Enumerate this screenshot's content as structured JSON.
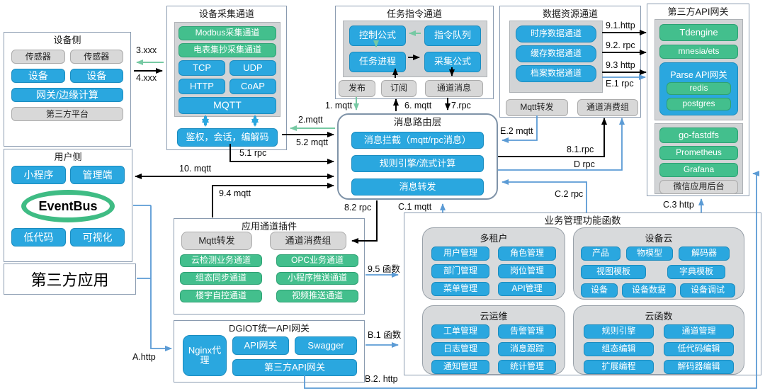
{
  "device_side": {
    "title": "设备侧",
    "sensors": [
      "传感器",
      "传感器"
    ],
    "devices": [
      "设备",
      "设备"
    ],
    "gateway": "网关/边缘计算",
    "third_platform": "第三方平台"
  },
  "user_side": {
    "title": "用户侧",
    "apps": [
      "小程序",
      "管理端"
    ],
    "bus": "EventBus",
    "tools": [
      "低代码",
      "可视化"
    ]
  },
  "third_party_app": {
    "title": "第三方应用"
  },
  "collect_channel": {
    "title": "设备采集通道",
    "green": [
      "Modbus采集通道",
      "电表集抄采集通道"
    ],
    "protocols": [
      "TCP",
      "UDP",
      "HTTP",
      "CoAP"
    ],
    "mqtt": "MQTT",
    "auth": "鉴权，会话，编解码"
  },
  "task_channel": {
    "title": "任务指令通道",
    "ctrl": "控制公式",
    "queue": "指令队列",
    "proc": "任务进程",
    "formula": "采集公式",
    "publish": "发布",
    "subscribe": "订阅",
    "channel_msg": "通道消息"
  },
  "data_channel": {
    "title": "数据资源通道",
    "channels": [
      "时序数据通道",
      "缓存数据通道",
      "档案数据通道"
    ],
    "mqtt_fwd": "Mqtt转发",
    "consumer": "通道消费组"
  },
  "api3": {
    "title": "第三方API网关",
    "top": [
      "Tdengine",
      "mnesia/ets"
    ],
    "parse": {
      "title": "Parse API网关",
      "items": [
        "redis",
        "postgres"
      ]
    },
    "bottom": [
      "go-fastdfs",
      "Prometheus",
      "Grafana"
    ],
    "wechat": "微信应用后台"
  },
  "router": {
    "title": "消息路由层",
    "items": [
      "消息拦截（mqtt/rpc消息）",
      "规则引擎/流式计算",
      "消息转发"
    ]
  },
  "app_plugin": {
    "title": "应用通道插件",
    "mqtt_fwd": "Mqtt转发",
    "consumer": "通道消费组",
    "channels": [
      "云检测业务通道",
      "OPC业务通道",
      "组态同步通道",
      "小程序推送通道",
      "楼宇自控通道",
      "视频推送通道"
    ]
  },
  "dgiot": {
    "title": "DGIOT统一API网关",
    "nginx": "Nginx代理",
    "items": [
      "API网关",
      "Swagger"
    ],
    "third": "第三方API网关"
  },
  "business": {
    "title": "业务管理功能函数",
    "tenant": {
      "title": "多租户",
      "items": [
        "用户管理",
        "角色管理",
        "部门管理",
        "岗位管理",
        "菜单管理",
        "API管理"
      ]
    },
    "device_cloud": {
      "title": "设备云",
      "items": [
        "产品",
        "物模型",
        "解码器",
        "视图模板",
        "字典模板",
        "设备",
        "设备数据",
        "设备调试"
      ]
    },
    "ops": {
      "title": "云运维",
      "items": [
        "工单管理",
        "告警管理",
        "日志管理",
        "消息跟踪",
        "通知管理",
        "统计管理"
      ]
    },
    "functions": {
      "title": "云函数",
      "items": [
        "规则引擎",
        "通道管理",
        "组态编辑",
        "低代码编辑",
        "扩展编程",
        "解码器编辑"
      ]
    }
  },
  "edges": {
    "l3": "3.xxx",
    "l4": "4.xxx",
    "l1": "1. mqtt",
    "l2": "2.mqtt",
    "l51": "5.1 rpc",
    "l52": "5.2 mqtt",
    "l6": "6. mqtt",
    "l7": "7.rpc",
    "l81": "8.1.rpc",
    "l82": "8.2 rpc",
    "l91": "9.1.http",
    "l92": "9.2. rpc",
    "l93": "9.3 http",
    "l94": "9.4 mqtt",
    "l95": "9.5 函数",
    "l10": "10. mqtt",
    "la": "A.http",
    "lb1": "B.1 函数",
    "lb2": "B.2. http",
    "lc1": "C.1 mqtt",
    "lc2": "C.2 rpc",
    "lc3": "C.3 http",
    "ld": "D rpc",
    "le1": "E.1 rpc",
    "le2": "E.2 mqtt"
  },
  "colors": {
    "chip_blue": "#2aa7df",
    "chip_green": "#43bf8d",
    "chip_gray": "#d8d8d8",
    "arrow_black": "#000000",
    "arrow_blue": "#5b9bd5",
    "arrow_green": "#76c9a3",
    "eventbus_green": "#3fbc84"
  }
}
